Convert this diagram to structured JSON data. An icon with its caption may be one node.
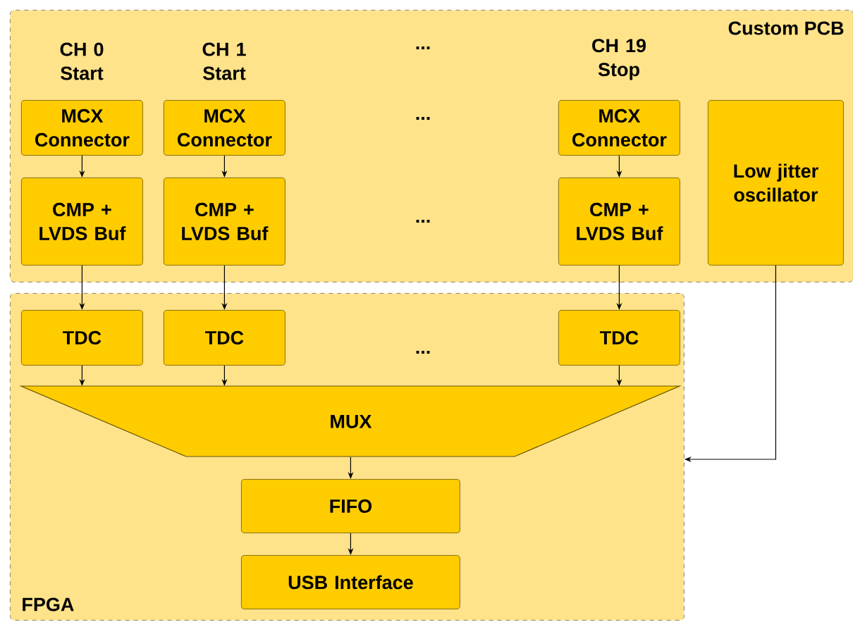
{
  "diagram": {
    "nodes": [
      {
        "text": [
          "Custom PCB"
        ]
      },
      {
        "text": [
          "MCX Connector"
        ],
        "in": 0,
        "beside": [
          "CH 0 Start"
        ]
      },
      {
        "text": [
          "CMP + LVDS Buf"
        ],
        "in": 0
      },
      {
        "text": [
          "MCX Connector"
        ],
        "in": 0,
        "beside": [
          "CH 1 Start"
        ]
      },
      {
        "text": [
          "CMP + LVDS Buf"
        ],
        "in": 0
      },
      {
        "text": [
          "MCX Connector"
        ],
        "in": 0,
        "beside": [
          "CH 19 Stop"
        ]
      },
      {
        "text": [
          "CMP + LVDS Buf"
        ],
        "in": 0
      },
      {
        "text": [
          "Low jitter oscillator"
        ],
        "in": 0
      },
      {
        "text": [
          "FPGA"
        ]
      },
      {
        "text": [
          "TDC"
        ],
        "in": 8
      },
      {
        "text": [
          "TDC"
        ],
        "in": 8
      },
      {
        "text": [
          "TDC"
        ],
        "in": 8
      },
      {
        "text": [
          "MUX"
        ],
        "in": 8
      },
      {
        "text": [
          "FIFO"
        ],
        "in": 8
      },
      {
        "text": [
          "USB Interface"
        ],
        "in": 8
      }
    ],
    "edges": [
      {
        "from": 1,
        "to": 2,
        "arrow": "to"
      },
      {
        "from": 3,
        "to": 4,
        "arrow": "to"
      },
      {
        "from": 5,
        "to": 6,
        "arrow": "to"
      },
      {
        "from": 2,
        "to": 9,
        "arrow": "to"
      },
      {
        "from": 4,
        "to": 10,
        "arrow": "to"
      },
      {
        "from": 6,
        "to": 11,
        "arrow": "to"
      },
      {
        "from": 9,
        "to": 12,
        "arrow": "to"
      },
      {
        "from": 10,
        "to": 12,
        "arrow": "to"
      },
      {
        "from": 11,
        "to": 12,
        "arrow": "to"
      },
      {
        "from": 7,
        "to": 8,
        "arrow": "to"
      },
      {
        "from": 12,
        "to": 13,
        "arrow": "to"
      },
      {
        "from": 13,
        "to": 14,
        "arrow": "to"
      }
    ],
    "labels": [
      "...",
      "...",
      "...",
      "..."
    ]
  }
}
